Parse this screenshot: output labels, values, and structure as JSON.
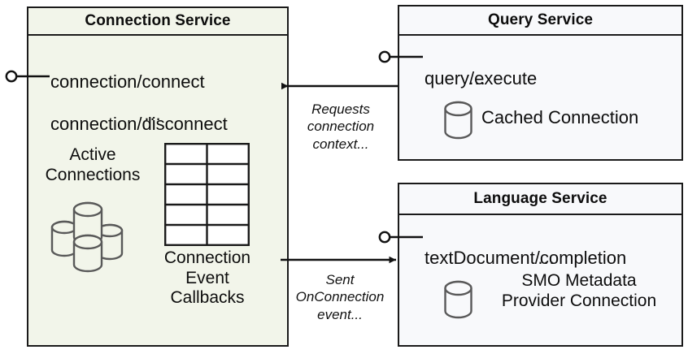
{
  "diagram": {
    "type": "component-diagram",
    "title": "Connection Service component interactions",
    "colors": {
      "connection_service_fill": "#F2F5EA",
      "service_fill": "#F8F9FB",
      "border": "#1A1A1A",
      "icon_stroke": "#595959",
      "text": "#0D0D0D"
    }
  },
  "components": [
    {
      "id": "connection-service",
      "title": "Connection Service",
      "fill": "#F2F5EA",
      "api": [
        "connection/connect",
        "connection/disconnect"
      ],
      "ellipsis": "...",
      "artifacts": [
        {
          "id": "active-connections",
          "label": "Active\nConnections",
          "icon": "database-cluster-icon"
        },
        {
          "id": "connection-event-callbacks",
          "label": "Connection\nEvent\nCallbacks",
          "icon": "table-grid-icon"
        }
      ]
    },
    {
      "id": "query-service",
      "title": "Query Service",
      "fill": "#F8F9FB",
      "api": [
        "query/execute"
      ],
      "ellipsis": "...",
      "artifacts": [
        {
          "id": "cached-connection",
          "label": "Cached Connection",
          "icon": "database-icon"
        }
      ]
    },
    {
      "id": "language-service",
      "title": "Language Service",
      "fill": "#F8F9FB",
      "api": [
        "textDocument/completion"
      ],
      "ellipsis": "...",
      "artifacts": [
        {
          "id": "smo-metadata-provider-connection",
          "label": "SMO Metadata\nProvider Connection",
          "icon": "database-icon"
        }
      ]
    }
  ],
  "connectors": [
    {
      "id": "query-to-connection",
      "from": "query-service",
      "to": "connection-service",
      "label": "Requests\nconnection\ncontext...",
      "direction": "left"
    },
    {
      "id": "connection-to-language",
      "from": "connection-service",
      "to": "language-service",
      "label": "Sent\nOnConnection\nevent...",
      "direction": "right"
    }
  ],
  "interfaces": [
    {
      "id": "connection-service-interface",
      "for": "connection-service",
      "shape": "lollipop"
    },
    {
      "id": "query-service-interface",
      "for": "query-service",
      "shape": "lollipop"
    },
    {
      "id": "language-service-interface",
      "for": "language-service",
      "shape": "lollipop"
    }
  ],
  "text": {
    "connection_service_title": "Connection Service",
    "connection_api_1": "connection/connect",
    "connection_api_2": "connection/disconnect",
    "connection_api_ellipsis": "...",
    "active_connections_line1": "Active",
    "active_connections_line2": "Connections",
    "callbacks_line1": "Connection",
    "callbacks_line2": "Event",
    "callbacks_line3": "Callbacks",
    "query_service_title": "Query Service",
    "query_api_1": "query/execute",
    "query_api_ellipsis": "...",
    "cached_connection_label": "Cached Connection",
    "language_service_title": "Language Service",
    "language_api_1": "textDocument/completion",
    "language_api_ellipsis": "...",
    "smo_line1": "SMO Metadata",
    "smo_line2": "Provider Connection",
    "edge_label_1_line1": "Requests",
    "edge_label_1_line2": "connection",
    "edge_label_1_line3": "context...",
    "edge_label_2_line1": "Sent",
    "edge_label_2_line2": "OnConnection",
    "edge_label_2_line3": "event..."
  }
}
